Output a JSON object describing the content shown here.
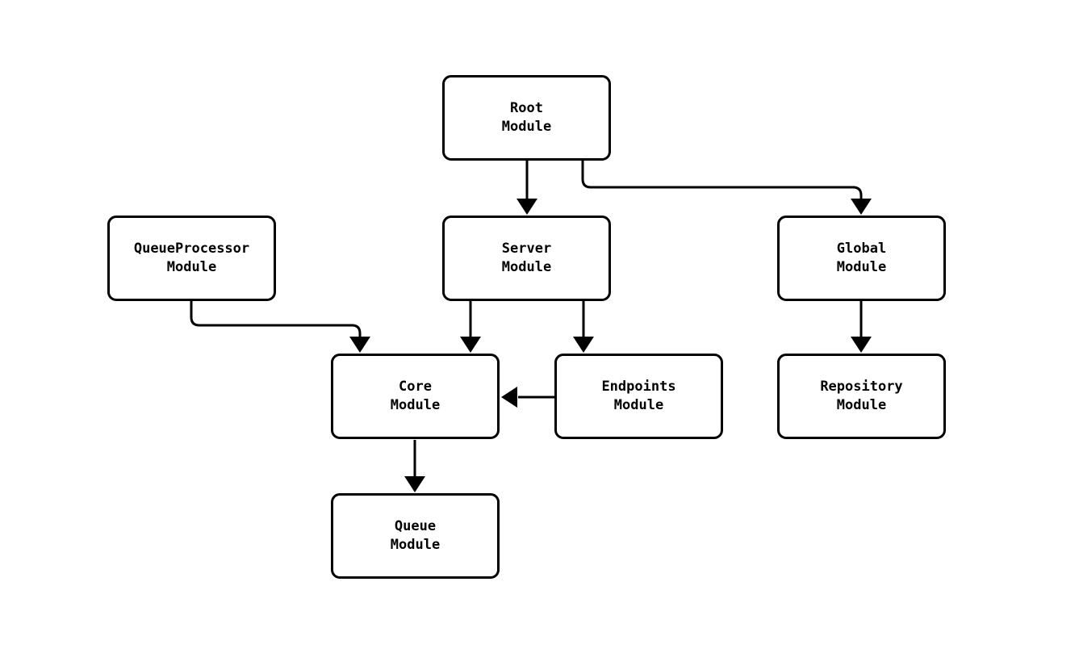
{
  "diagram": {
    "title": "module-dependency-diagram",
    "colors": {
      "background": "#ffffff",
      "node_fill": "#ffffff",
      "node_border": "#000000",
      "edge_stroke": "#000000",
      "text": "#000000"
    },
    "nodes": {
      "root": {
        "id": "root",
        "line1": "Root",
        "line2": "Module"
      },
      "queueprocessor": {
        "id": "queueprocessor",
        "line1": "QueueProcessor",
        "line2": "Module"
      },
      "server": {
        "id": "server",
        "line1": "Server",
        "line2": "Module"
      },
      "global": {
        "id": "global",
        "line1": "Global",
        "line2": "Module"
      },
      "core": {
        "id": "core",
        "line1": "Core",
        "line2": "Module"
      },
      "endpoints": {
        "id": "endpoints",
        "line1": "Endpoints",
        "line2": "Module"
      },
      "repository": {
        "id": "repository",
        "line1": "Repository",
        "line2": "Module"
      },
      "queue": {
        "id": "queue",
        "line1": "Queue",
        "line2": "Module"
      }
    },
    "edges": [
      {
        "from": "root",
        "to": "server"
      },
      {
        "from": "root",
        "to": "global"
      },
      {
        "from": "queueprocessor",
        "to": "core"
      },
      {
        "from": "server",
        "to": "core"
      },
      {
        "from": "server",
        "to": "endpoints"
      },
      {
        "from": "endpoints",
        "to": "core"
      },
      {
        "from": "global",
        "to": "repository"
      },
      {
        "from": "core",
        "to": "queue"
      }
    ]
  }
}
